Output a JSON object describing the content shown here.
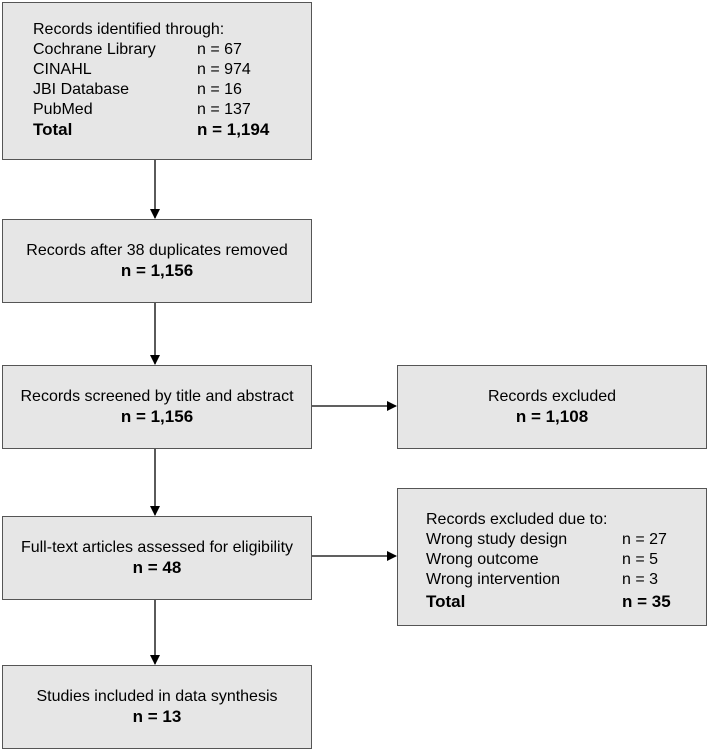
{
  "identification": {
    "heading": "Records identified through:",
    "sources": [
      {
        "name": "Cochrane Library",
        "count": "n = 67"
      },
      {
        "name": "CINAHL",
        "count": "n = 974"
      },
      {
        "name": "JBI Database",
        "count": "n = 16"
      },
      {
        "name": "PubMed",
        "count": "n = 137"
      }
    ],
    "total_label": "Total",
    "total_count": "n = 1,194"
  },
  "duplicates": {
    "text": "Records after 38 duplicates removed",
    "count": "n = 1,156"
  },
  "screened": {
    "text": "Records screened by title and abstract",
    "count": "n = 1,156"
  },
  "excluded": {
    "text": "Records excluded",
    "count": "n = 1,108"
  },
  "fulltext": {
    "text": "Full-text articles assessed for eligibility",
    "count": "n = 48"
  },
  "excluded_reasons": {
    "heading": "Records excluded due to:",
    "reasons": [
      {
        "name": "Wrong study design",
        "count": "n = 27"
      },
      {
        "name": "Wrong outcome",
        "count": "n = 5"
      },
      {
        "name": "Wrong intervention",
        "count": "n = 3"
      }
    ],
    "total_label": "Total",
    "total_count": "n = 35"
  },
  "included": {
    "text": "Studies included in data synthesis",
    "count": "n = 13"
  },
  "colors": {
    "box_fill": "#e6e6e6",
    "box_border": "#555555",
    "arrow": "#000000"
  }
}
